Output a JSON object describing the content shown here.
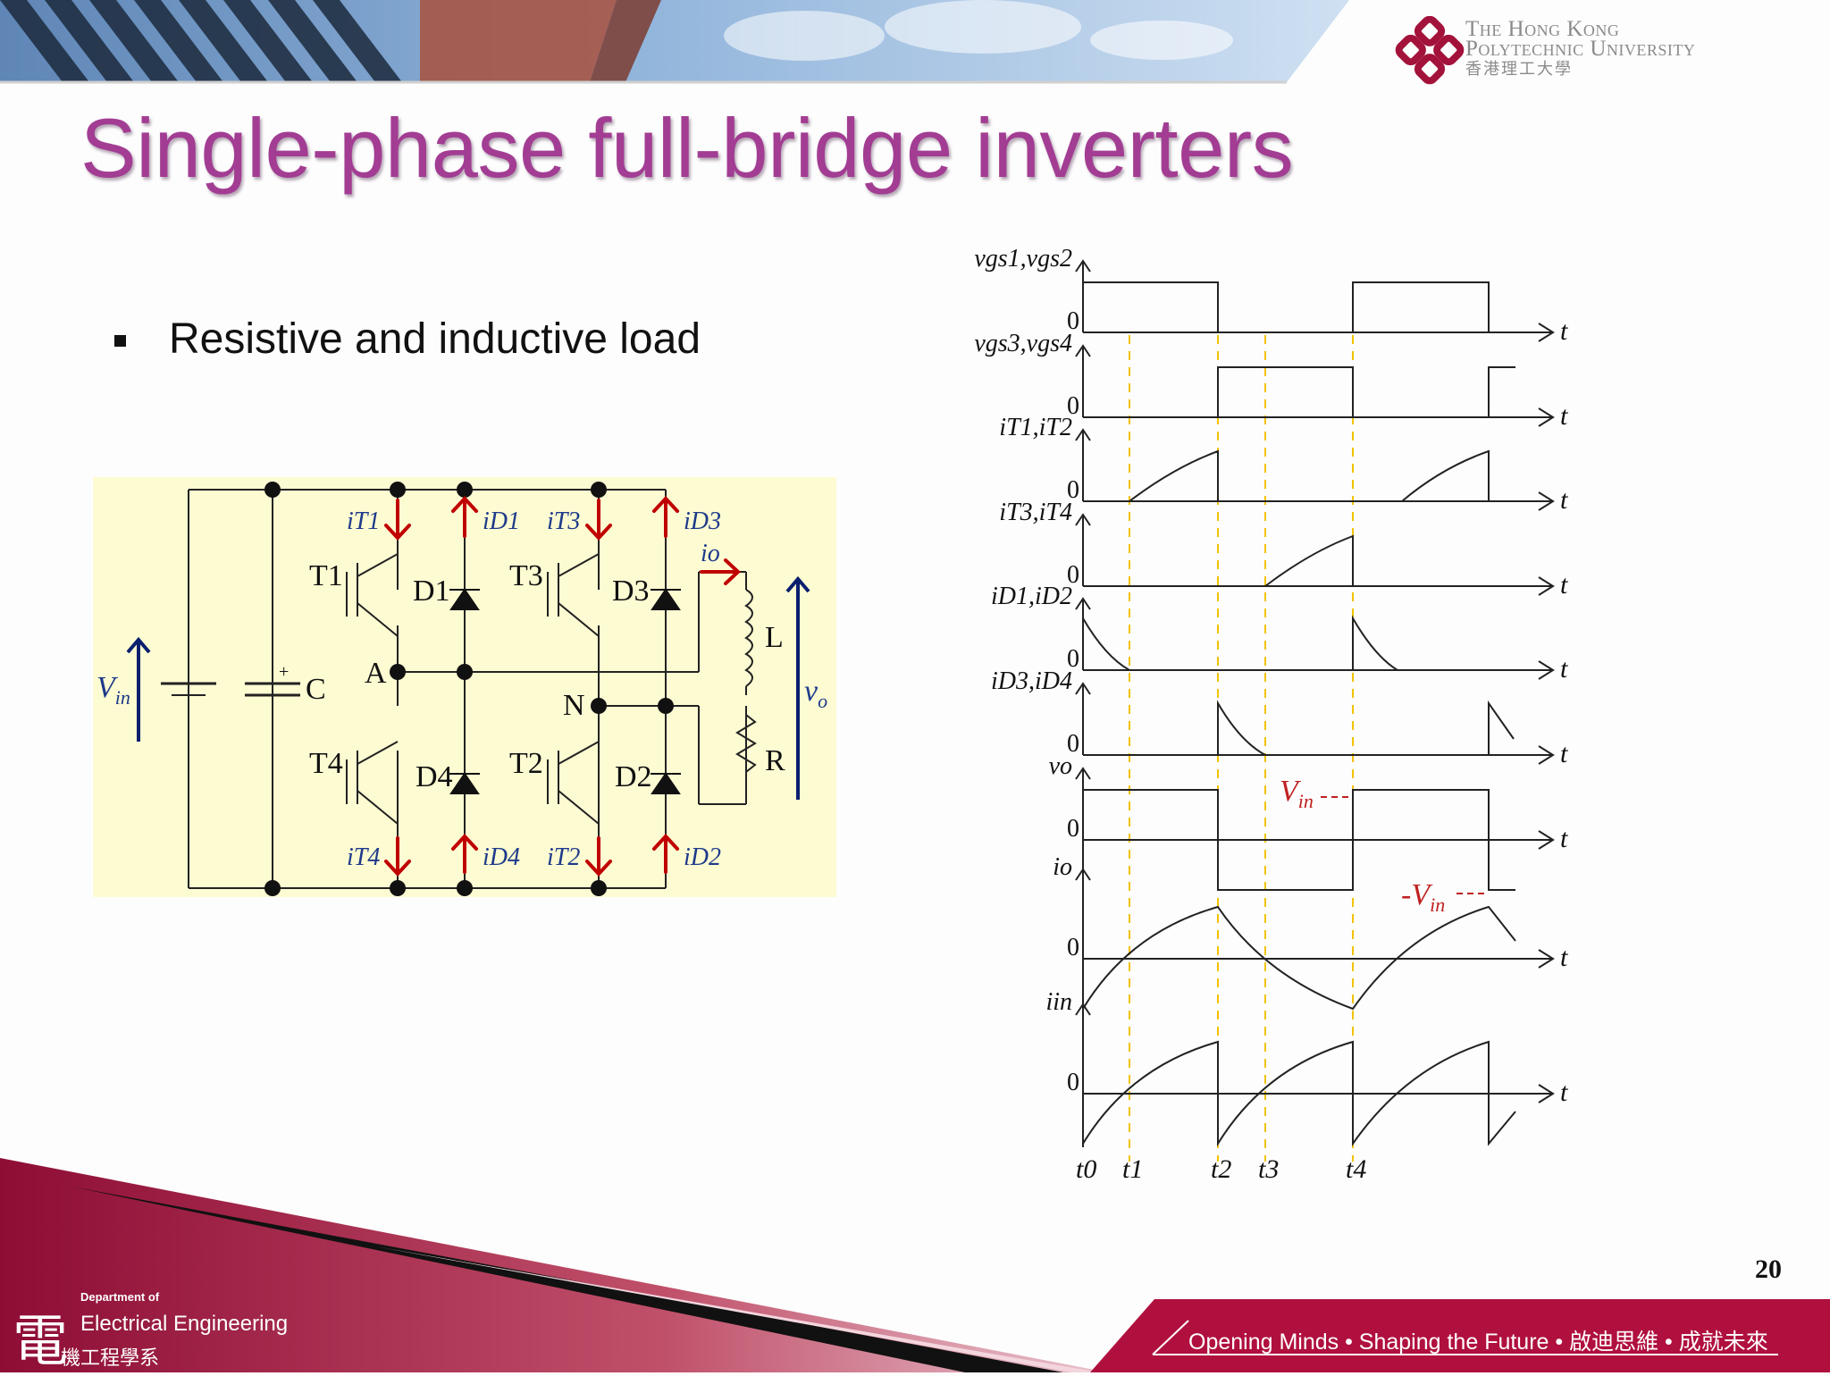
{
  "header": {
    "university_en_line1": "The Hong Kong",
    "university_en_line2": "Polytechnic University",
    "university_zh": "香港理工大學"
  },
  "slide": {
    "title": "Single-phase full-bridge inverters",
    "bullet": "Resistive and inductive load",
    "page_number": "20"
  },
  "circuit": {
    "input_voltage": "V",
    "input_voltage_sub": "in",
    "capacitor": "C",
    "node_a": "A",
    "node_n": "N",
    "inductor": "L",
    "resistor": "R",
    "output_voltage": "v",
    "output_voltage_sub": "o",
    "transistors": [
      "T1",
      "T3",
      "T4",
      "T2"
    ],
    "diodes": [
      "D1",
      "D3",
      "D4",
      "D2"
    ],
    "currents": [
      "iT1",
      "iD1",
      "iT3",
      "iD3",
      "io",
      "iT4",
      "iD4",
      "iT2",
      "iD2"
    ],
    "arrow_color": "#c00000",
    "voltage_arrow_color": "#0a1f6e",
    "panel_color": "#fdfbd2"
  },
  "waveforms": {
    "rows": [
      "vgs1,vgs2",
      "vgs3,vgs4",
      "iT1,iT2",
      "iT3,iT4",
      "iD1,iD2",
      "iD3,iD4",
      "vo",
      "io",
      "iin"
    ],
    "zero_label": "0",
    "time_axis": "t",
    "time_marks": [
      "t0",
      "t1",
      "t2",
      "t3",
      "t4"
    ],
    "vin_label": "V",
    "vin_sub": "in",
    "neg_vin_label": "-V",
    "dashed_line_color": "#f2c200"
  },
  "footer": {
    "dept_prefix": "Department of",
    "dept_name": "Electrical Engineering",
    "dept_zh": "機工程學系",
    "dept_char": "電",
    "slogan": "Opening Minds • Shaping the Future • 啟迪思維 • 成就未來",
    "accent_color": "#b0103e"
  }
}
